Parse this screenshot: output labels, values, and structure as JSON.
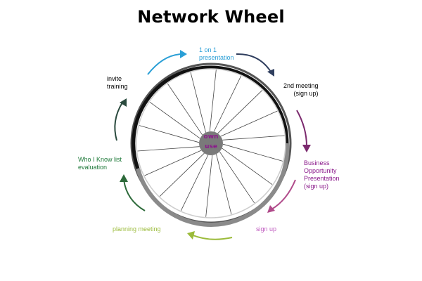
{
  "title": "Network Wheel",
  "center": {
    "line1": "own",
    "line2": "use",
    "color": "#8b1a8b",
    "hub_color": "#7a7a7a"
  },
  "steps": [
    {
      "id": "presentation",
      "lines": [
        "1 on 1",
        "presentation"
      ],
      "color": "#2a9fd6"
    },
    {
      "id": "second-meeting",
      "lines": [
        "2nd meeting",
        "(sign up)"
      ],
      "color": "#000000",
      "arrow_color": "#2f3e5e"
    },
    {
      "id": "business-opportunity",
      "lines": [
        "Business",
        "Opportunity",
        "Presentation",
        "(sign up)"
      ],
      "color": "#8b1a8b",
      "arrow_color": "#7b2a6e"
    },
    {
      "id": "sign-up",
      "lines": [
        "sign up"
      ],
      "color": "#c05cc0",
      "arrow_color": "#b04a8a"
    },
    {
      "id": "planning-meeting",
      "lines": [
        "planning meeting"
      ],
      "color": "#9bbb3a",
      "arrow_color": "#9bbb3a"
    },
    {
      "id": "who-i-know",
      "lines": [
        "Who I Know list",
        "evaluation"
      ],
      "color": "#1f7a3a",
      "arrow_color": "#2d6a3a"
    },
    {
      "id": "invite-training",
      "lines": [
        "invite",
        "training"
      ],
      "color": "#000000",
      "arrow_color": "#2a4a3e"
    }
  ]
}
